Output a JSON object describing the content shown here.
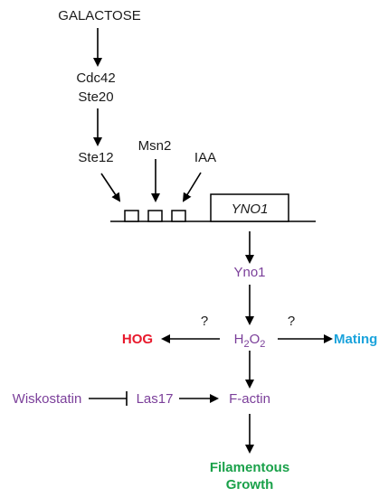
{
  "nodes": {
    "galactose": "GALACTOSE",
    "cdc42": "Cdc42",
    "ste20": "Ste20",
    "ste12": "Ste12",
    "msn2": "Msn2",
    "iaa": "IAA",
    "yno1_gene": "YNO1",
    "yno1_protein": "Yno1",
    "h2o2_base": "H",
    "h2o2_sub1": "2",
    "h2o2_mid": "O",
    "h2o2_sub2": "2",
    "hog": "HOG",
    "mating": "Mating",
    "wiskostatin": "Wiskostatin",
    "las17": "Las17",
    "factin": "F-actin",
    "filamentous_line1": "Filamentous",
    "filamentous_line2": "Growth",
    "question_left": "?",
    "question_right": "?"
  },
  "colors": {
    "purple": "#7b3f9a",
    "hog_red": "#e8192c",
    "mating_blue": "#1ba3dc",
    "growth_green": "#1aa14a",
    "text_black": "#1a1a1a"
  }
}
